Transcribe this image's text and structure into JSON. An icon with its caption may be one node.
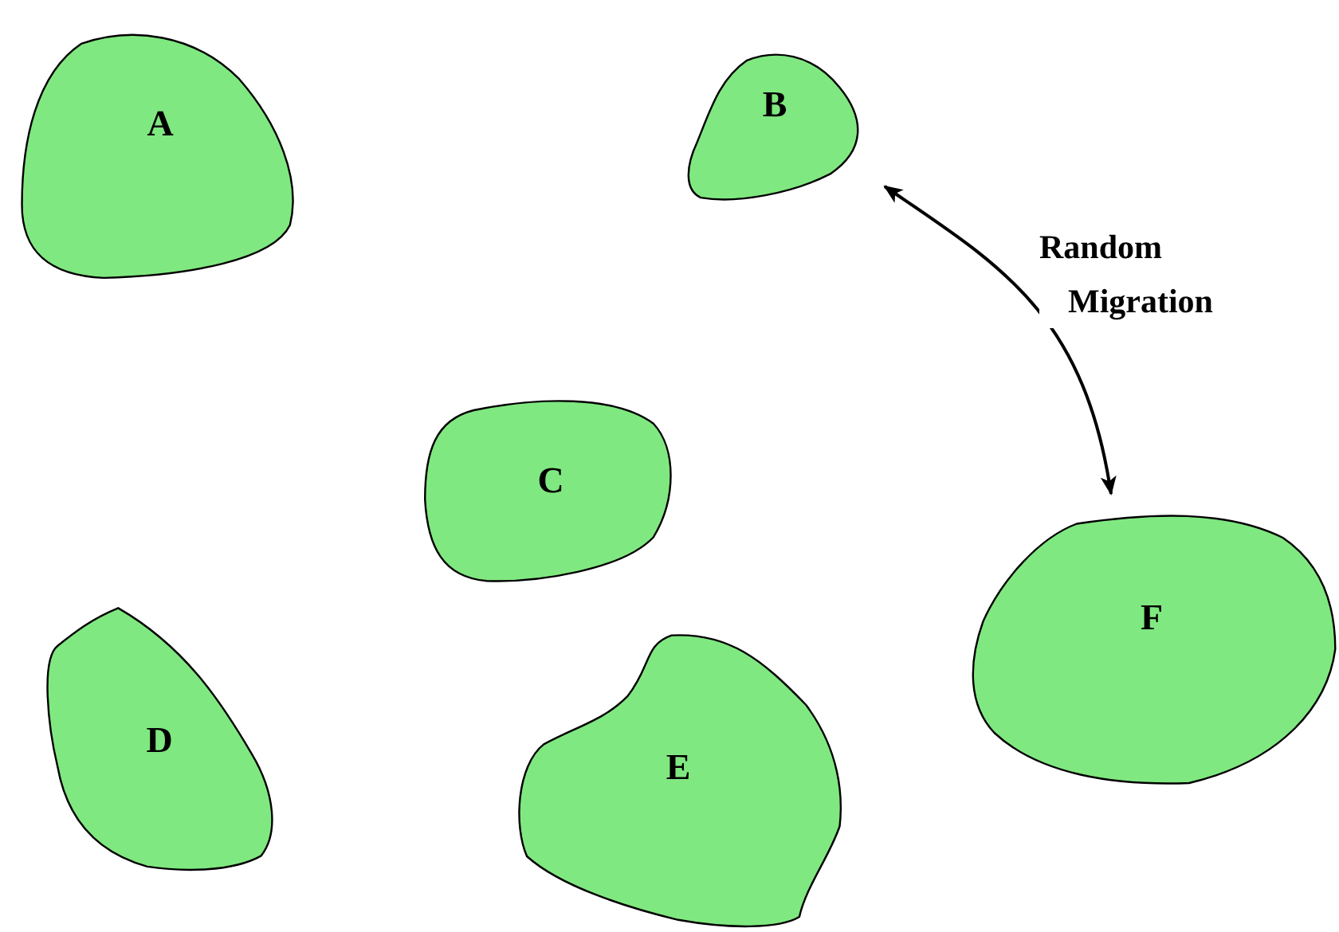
{
  "diagram": {
    "nodes": [
      {
        "text": [
          "A"
        ]
      },
      {
        "text": [
          "B"
        ]
      },
      {
        "text": [
          "C"
        ]
      },
      {
        "text": [
          "D"
        ]
      },
      {
        "text": [
          "E"
        ]
      },
      {
        "text": [
          "F"
        ]
      }
    ],
    "edges": [
      {
        "from": 1,
        "to": 5,
        "arrow": "both",
        "label": "Random Migration"
      }
    ]
  }
}
